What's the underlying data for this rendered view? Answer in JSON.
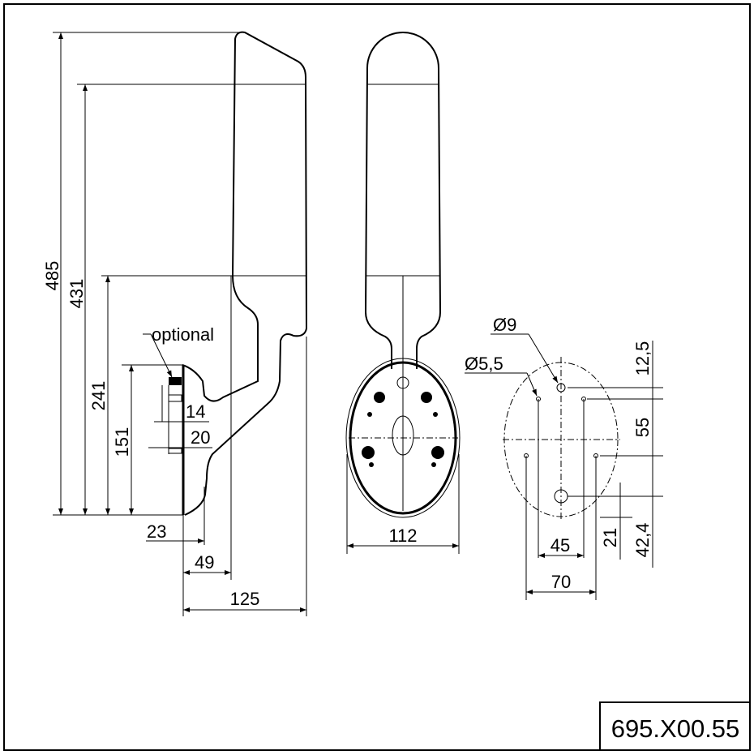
{
  "drawing": {
    "part_number": "695.X00.55",
    "side_view": {
      "height_total": "485",
      "height_upper": "431",
      "height_bracket": "241",
      "height_base": "151",
      "optional_label": "optional",
      "depth_14": "14",
      "depth_20": "20",
      "depth_23": "23",
      "depth_49": "49",
      "depth_125": "125"
    },
    "front_view": {
      "width": "112"
    },
    "hole_pattern": {
      "dia_large": "Ø9",
      "dia_small": "Ø5,5",
      "v_12_5": "12,5",
      "v_55": "55",
      "v_21": "21",
      "v_42_4": "42,4",
      "h_45": "45",
      "h_70": "70"
    }
  }
}
